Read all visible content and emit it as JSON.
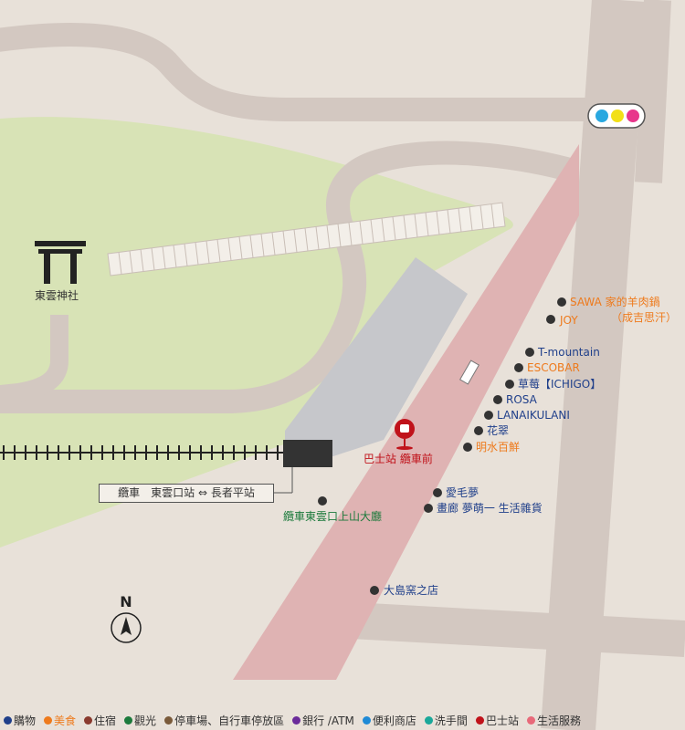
{
  "shrine": {
    "label": "東雲神社",
    "icon": "torii-icon"
  },
  "tram": {
    "label": "纜車　東雲口站 ⇔ 長者平站",
    "icon": "tram-station-icon"
  },
  "tram_hall": {
    "label": "纜車東雲口上山大廳"
  },
  "bus_stop": {
    "label": "巴士站 纜車前",
    "icon": "bus-stop-pin-icon"
  },
  "traffic_light": {
    "icon": "traffic-light-icon",
    "colors": [
      "#29a8e0",
      "#f2e017",
      "#e8368b"
    ]
  },
  "north": {
    "label": "N",
    "icon": "north-arrow-icon"
  },
  "shops": [
    {
      "name": "SAWA 家的羊肉鍋",
      "category": "food"
    },
    {
      "name": "（成吉思汗）",
      "category": "food"
    },
    {
      "name": "JOY",
      "category": "food"
    },
    {
      "name": "T-mountain",
      "category": "shopping"
    },
    {
      "name": "ESCOBAR",
      "category": "food"
    },
    {
      "name": "草莓【ICHIGO】",
      "category": "shopping"
    },
    {
      "name": "ROSA",
      "category": "shopping"
    },
    {
      "name": "LANAIKULANI",
      "category": "shopping"
    },
    {
      "name": "花翠",
      "category": "shopping"
    },
    {
      "name": "明水百鮮",
      "category": "food"
    },
    {
      "name": "愛毛夢",
      "category": "shopping"
    },
    {
      "name": "畫廊 夢萌一 生活雜貨",
      "category": "shopping"
    },
    {
      "name": "大島窯之店",
      "category": "shopping"
    }
  ],
  "legend": [
    {
      "label": "購物",
      "color": "#1f3f8a"
    },
    {
      "label": "美食",
      "color": "#ee7a1c"
    },
    {
      "label": "住宿",
      "color": "#8a3a2e"
    },
    {
      "label": "觀光",
      "color": "#1c7a3c"
    },
    {
      "label": "停車場、自行車停放區",
      "color": "#7a5a3a"
    },
    {
      "label": "銀行 /ATM",
      "color": "#6a2a9a"
    },
    {
      "label": "便利商店",
      "color": "#1f8ad6"
    },
    {
      "label": "洗手間",
      "color": "#1aa89a"
    },
    {
      "label": "巴士站",
      "color": "#c0121a"
    },
    {
      "label": "生活服務",
      "color": "#e86a7a"
    }
  ],
  "colors": {
    "background": "#e8e1d9",
    "road": "#d3c8c1",
    "main_road": "#dfb3b3",
    "park": "#d8e3b6",
    "plaza": "#c6c7cb",
    "shopping": "#1f3f8a",
    "food": "#ee7a1c",
    "sightseeing": "#1c7a3c",
    "bus": "#c0121a"
  }
}
